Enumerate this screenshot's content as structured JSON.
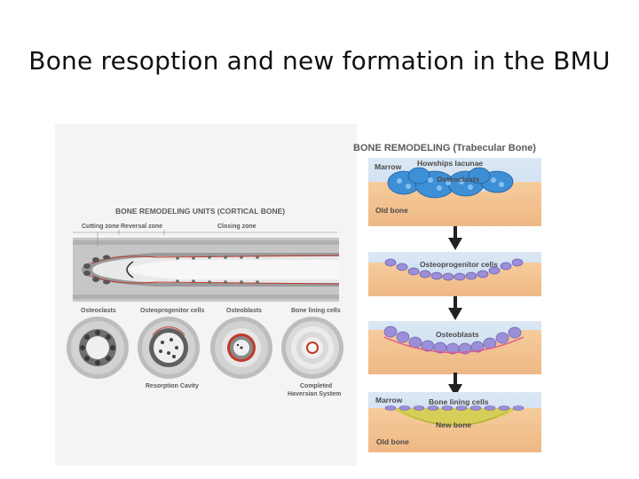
{
  "slide": {
    "title": "Bone resoption and new formation in the BMU"
  },
  "cortical": {
    "title": "BONE REMODELING UNITS (CORTICAL BONE)",
    "zones": [
      "Cutting zone",
      "Reversal zone",
      "Closing zone"
    ],
    "cell_labels": [
      "Osteoclasts",
      "Osteoprogenitor cells",
      "Osteoblasts",
      "Bone lining cells"
    ],
    "bottom_labels": {
      "resorption": "Resorption Cavity",
      "haversian_line1": "Completed",
      "haversian_line2": "Haversian System"
    }
  },
  "trabecular": {
    "title": "BONE REMODELING (Trabecular Bone)",
    "stage1": {
      "marrow": "Marrow",
      "lacunae": "Howships lacunae",
      "cells": "Osteoclasts",
      "bone": "Old bone"
    },
    "stage2": {
      "cells": "Osteoprogenitor cells"
    },
    "stage3": {
      "cells": "Osteoblasts"
    },
    "stage4": {
      "marrow": "Marrow",
      "cells": "Bone lining cells",
      "new_bone": "New bone",
      "bone": "Old bone"
    }
  },
  "colors": {
    "bone": "#f2c493",
    "bone_dark": "#e8ae78",
    "marrow": "#cfe0f2",
    "osteoclast": "#3d8fd6",
    "progenitor": "#9a8fd8",
    "new_bone": "#d6cf57",
    "cortical_bg": "#d7d7d7"
  }
}
